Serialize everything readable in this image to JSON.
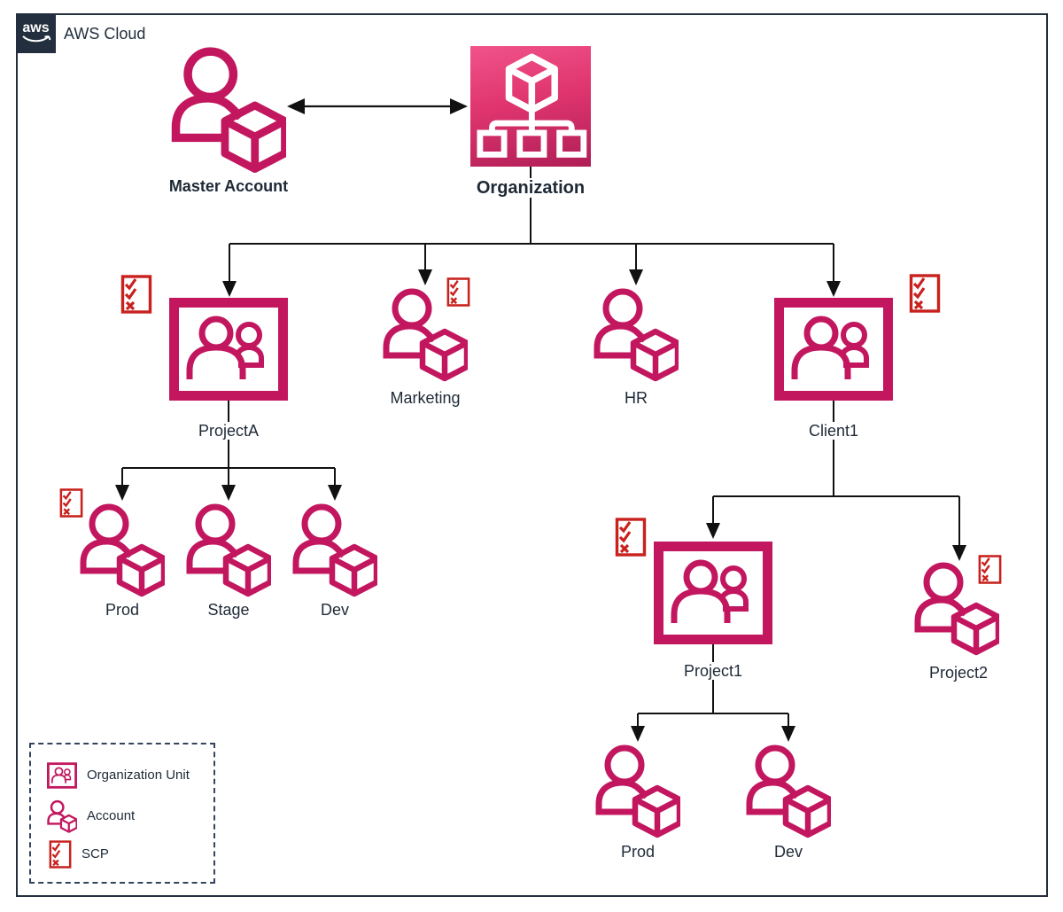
{
  "header": {
    "logo": "aws",
    "label": "AWS Cloud"
  },
  "nodes": {
    "master_account": {
      "label": "Master Account",
      "type": "account"
    },
    "organization": {
      "label": "Organization",
      "type": "organizations-service"
    },
    "project_a": {
      "label": "ProjectA",
      "type": "organization-unit",
      "scp": true
    },
    "marketing": {
      "label": "Marketing",
      "type": "account",
      "scp": true
    },
    "hr": {
      "label": "HR",
      "type": "account",
      "scp": false
    },
    "client1": {
      "label": "Client1",
      "type": "organization-unit",
      "scp": true
    },
    "prod_a": {
      "label": "Prod",
      "type": "account",
      "scp": true
    },
    "stage_a": {
      "label": "Stage",
      "type": "account",
      "scp": false
    },
    "dev_a": {
      "label": "Dev",
      "type": "account",
      "scp": false
    },
    "project1": {
      "label": "Project1",
      "type": "organization-unit",
      "scp": true
    },
    "project2": {
      "label": "Project2",
      "type": "account",
      "scp": true
    },
    "prod_1": {
      "label": "Prod",
      "type": "account",
      "scp": false
    },
    "dev_1": {
      "label": "Dev",
      "type": "account",
      "scp": false
    }
  },
  "legend": {
    "items": [
      {
        "icon": "organization-unit-icon",
        "label": "Organization Unit"
      },
      {
        "icon": "account-icon",
        "label": "Account"
      },
      {
        "icon": "scp-icon",
        "label": "SCP"
      }
    ]
  },
  "colors": {
    "icon_pink": "#C2175F",
    "org_gradient_top": "#F0538A",
    "org_gradient_bottom": "#B01E56",
    "scp_red": "#C8211E",
    "border_navy": "#232F3E",
    "connector": "#111111"
  }
}
